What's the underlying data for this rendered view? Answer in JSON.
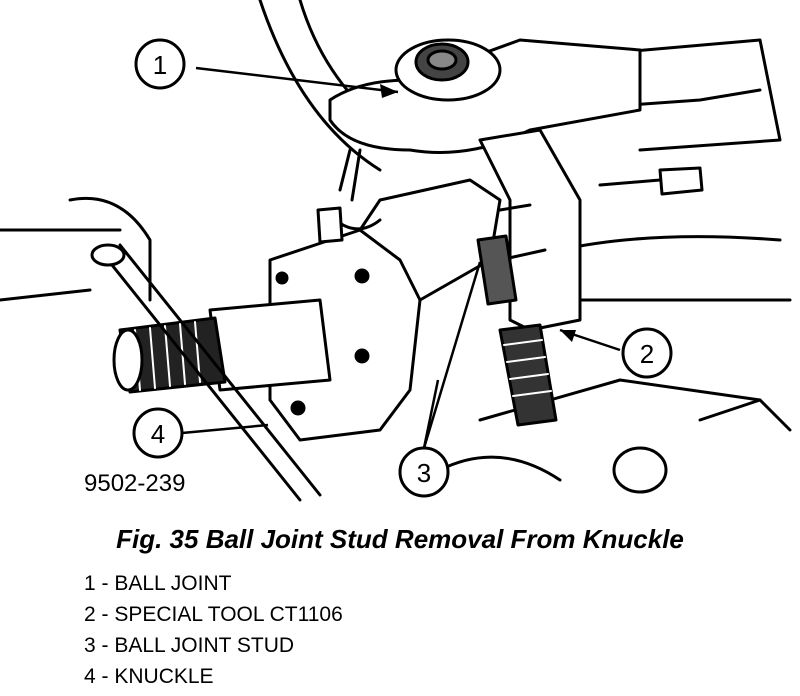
{
  "figure": {
    "code": "9502-239",
    "callouts": [
      "1",
      "2",
      "3",
      "4"
    ]
  },
  "caption": "Fig. 35 Ball Joint Stud Removal From Knuckle",
  "legend": [
    {
      "num": "1",
      "label": "BALL JOINT"
    },
    {
      "num": "2",
      "label": "SPECIAL TOOL CT1106"
    },
    {
      "num": "3",
      "label": "BALL JOINT STUD"
    },
    {
      "num": "4",
      "label": "KNUCKLE"
    }
  ]
}
